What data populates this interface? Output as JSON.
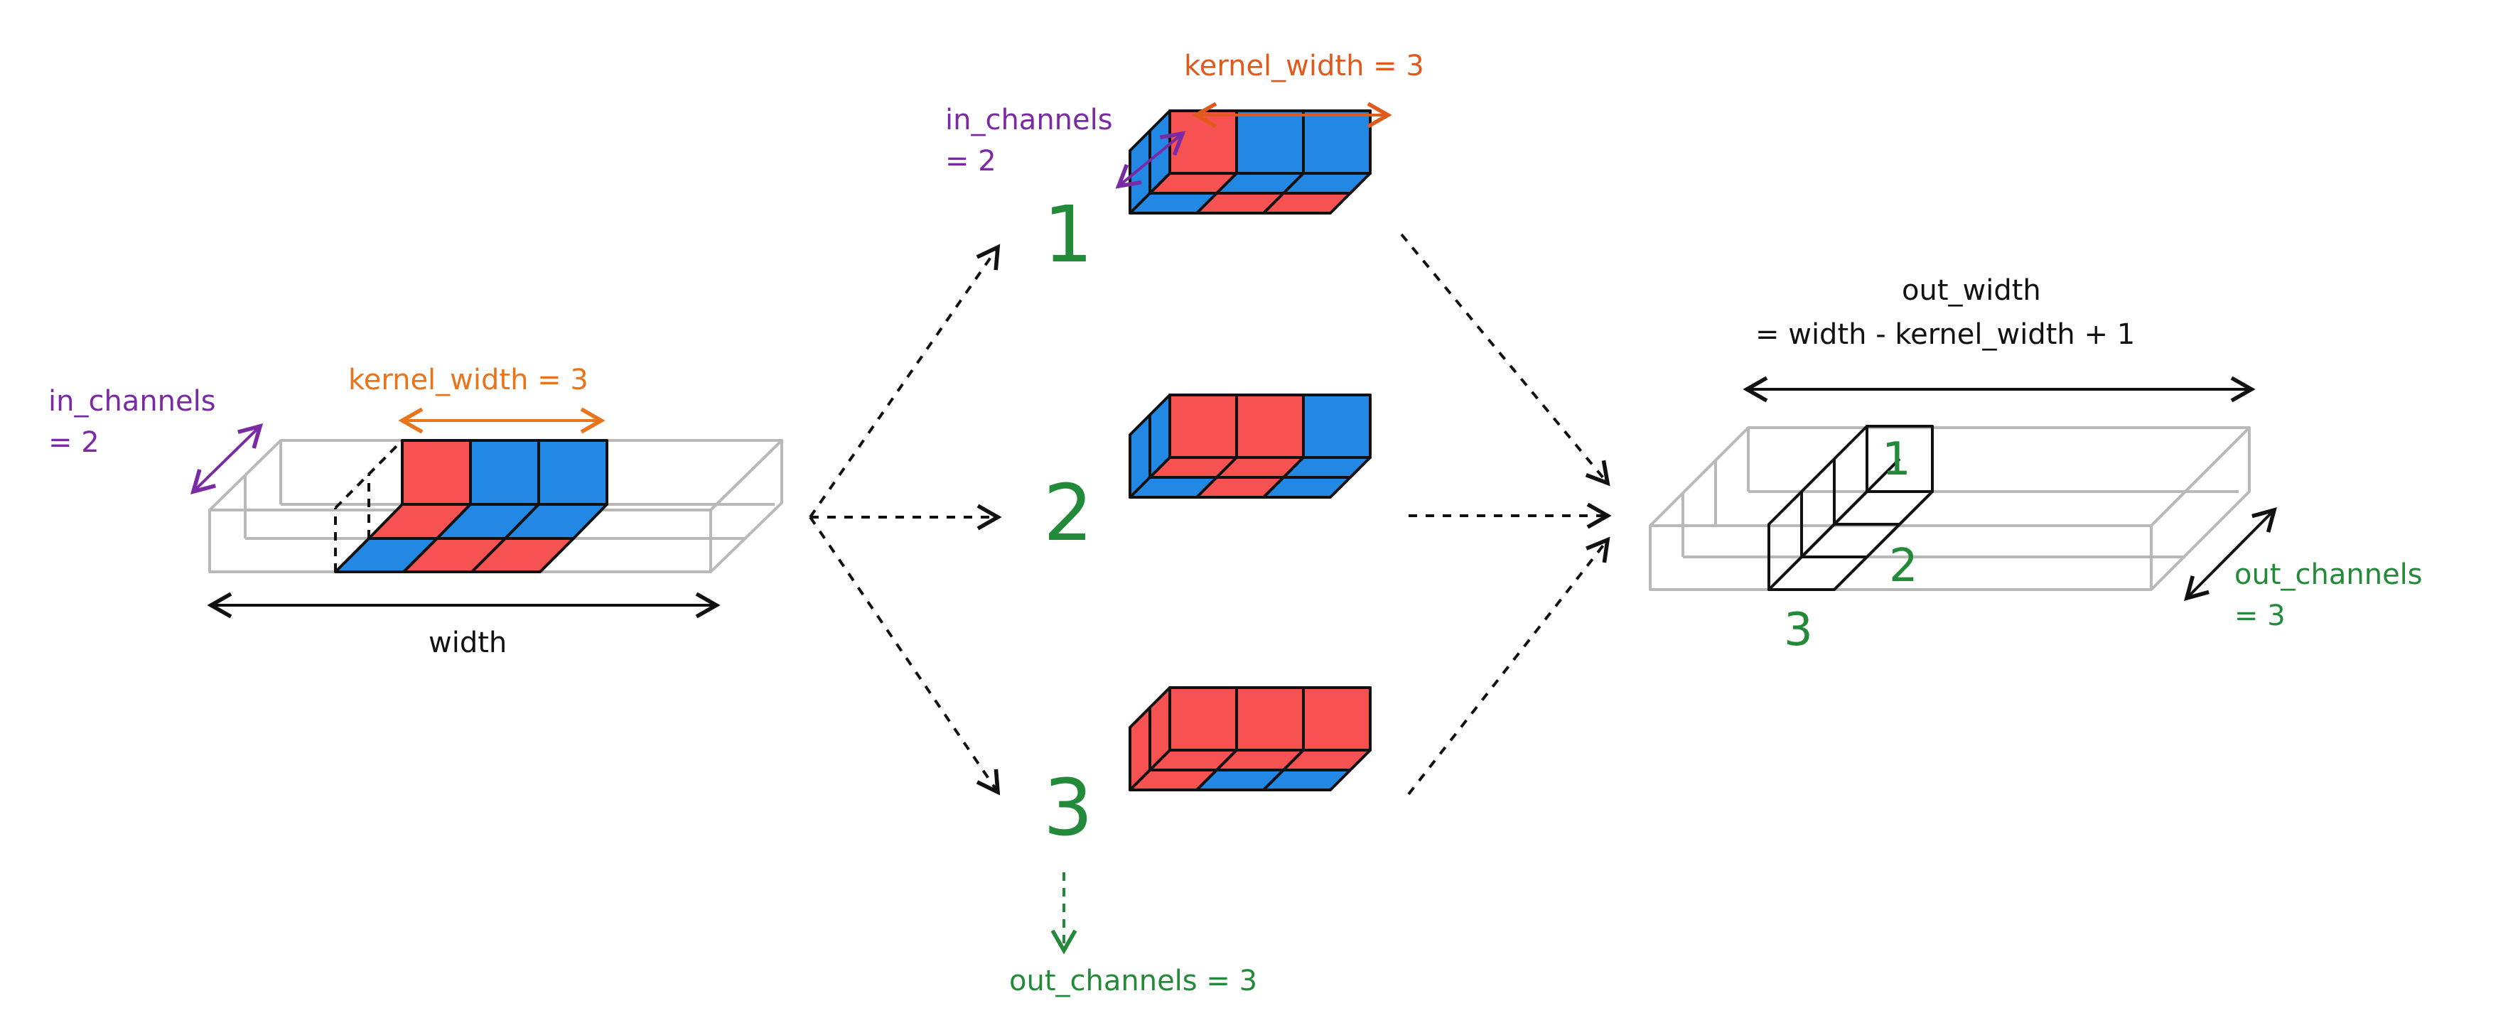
{
  "colors": {
    "red": "#f75252",
    "blue": "#2288e4",
    "purple": "#7a2aa4",
    "orange": "#e8741c",
    "orange_top": "#e05a1e",
    "green": "#238a3a",
    "black": "#111111",
    "gray": "#b9b9b9"
  },
  "input": {
    "in_channels_line1": "in_channels",
    "in_channels_line2": "= 2",
    "kernel_width_label": "kernel_width = 3",
    "width_label": "width"
  },
  "kernel_top": {
    "in_channels_line1": "in_channels",
    "in_channels_line2": "= 2",
    "kernel_width_label": "kernel_width = 3"
  },
  "kernels": [
    {
      "number": "1",
      "top_colors": [
        "red",
        "blue",
        "blue"
      ],
      "bottom_colors": [
        "blue",
        "red",
        "red"
      ],
      "side_color": "blue"
    },
    {
      "number": "2",
      "top_colors": [
        "red",
        "red",
        "blue"
      ],
      "bottom_colors": [
        "blue",
        "red",
        "blue"
      ],
      "side_color": "blue"
    },
    {
      "number": "3",
      "top_colors": [
        "red",
        "red",
        "red"
      ],
      "bottom_colors": [
        "red",
        "blue",
        "blue"
      ],
      "side_color": "red"
    }
  ],
  "kernel_out_channels_label": "out_channels = 3",
  "output": {
    "out_width_line1": "out_width",
    "out_width_line2": "= width - kernel_width + 1",
    "out_channels_line1": "out_channels",
    "out_channels_line2": "= 3",
    "cell_numbers": [
      "1",
      "2",
      "3"
    ]
  }
}
